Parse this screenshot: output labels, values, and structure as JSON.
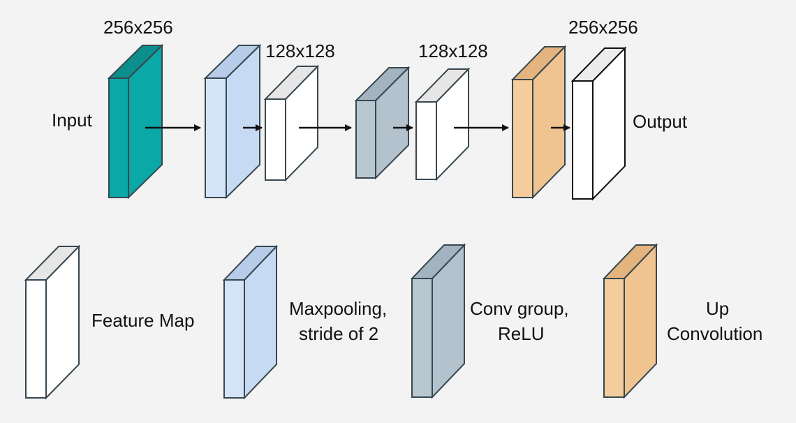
{
  "diagram": {
    "dims": {
      "input": "256x256",
      "pool": "128x128",
      "conv": "128x128",
      "output": "256x256"
    },
    "input_label": "Input",
    "output_label": "Output",
    "legend": {
      "feature_map": "Feature Map",
      "maxpool_line1": "Maxpooling,",
      "maxpool_line2": "stride of 2",
      "conv_line1": "Conv group,",
      "conv_line2": "ReLU",
      "up_line1": "Up",
      "up_line2": "Convolution"
    }
  },
  "colors": {
    "input": "#0aa8a6",
    "maxpool": "#c6daf3",
    "conv": "#b3c2cd",
    "upconv": "#f0c491",
    "feature_map": "#ffffff",
    "outline": "#37474f",
    "background": "#f3f3f3"
  }
}
